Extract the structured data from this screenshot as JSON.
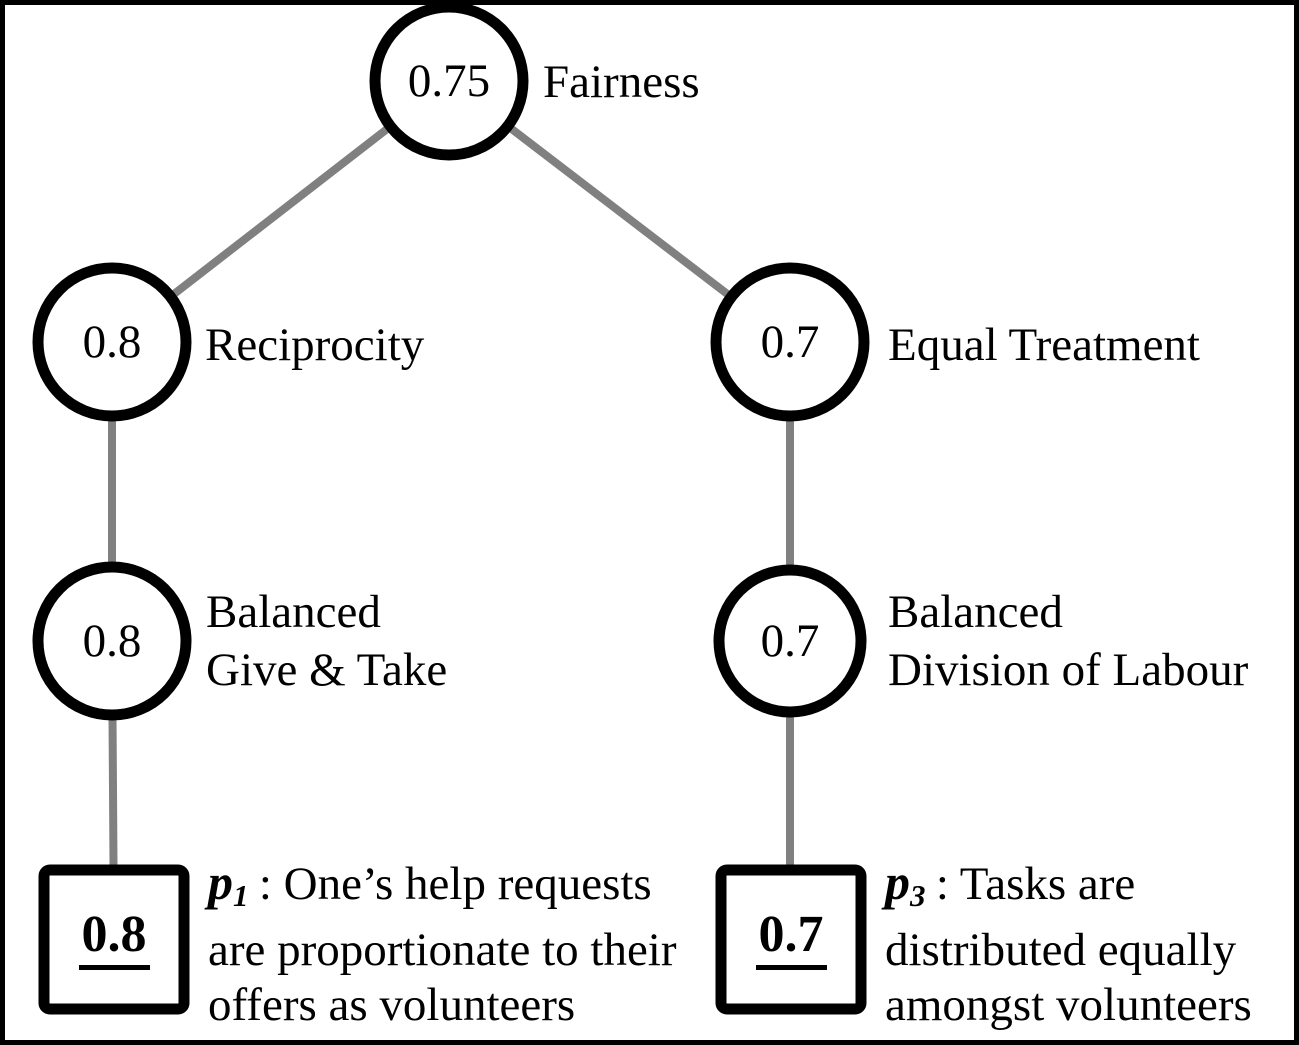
{
  "figure": {
    "type": "tree-diagram",
    "nodes": {
      "fairness": {
        "value": "0.75",
        "label": "Fairness"
      },
      "reciprocity": {
        "value": "0.8",
        "label": "Reciprocity"
      },
      "equal_treatment": {
        "value": "0.7",
        "label": "Equal Treatment"
      },
      "balanced_give_take": {
        "value": "0.8",
        "label_line1": "Balanced",
        "label_line2": "Give & Take"
      },
      "balanced_division_labour": {
        "value": "0.7",
        "label_line1": "Balanced",
        "label_line2": "Division of Labour"
      }
    },
    "propositions": {
      "p1": {
        "value": "0.8",
        "symbol": "p",
        "subscript": "1",
        "text_line1": ": One’s help requests",
        "text_line2": "are proportionate to their",
        "text_line3": "offers as volunteers"
      },
      "p3": {
        "value": "0.7",
        "symbol": "p",
        "subscript": "3",
        "text_line1": ": Tasks are",
        "text_line2": "distributed equally",
        "text_line3": "amongst volunteers"
      }
    },
    "edges": [
      {
        "from": "fairness",
        "to": "reciprocity"
      },
      {
        "from": "fairness",
        "to": "equal_treatment"
      },
      {
        "from": "reciprocity",
        "to": "balanced_give_take"
      },
      {
        "from": "equal_treatment",
        "to": "balanced_division_labour"
      },
      {
        "from": "balanced_give_take",
        "to": "p1"
      },
      {
        "from": "balanced_division_labour",
        "to": "p3"
      }
    ],
    "colors": {
      "edge": "#808080",
      "node_stroke": "#000000",
      "text": "#000000",
      "background": "#ffffff"
    }
  }
}
